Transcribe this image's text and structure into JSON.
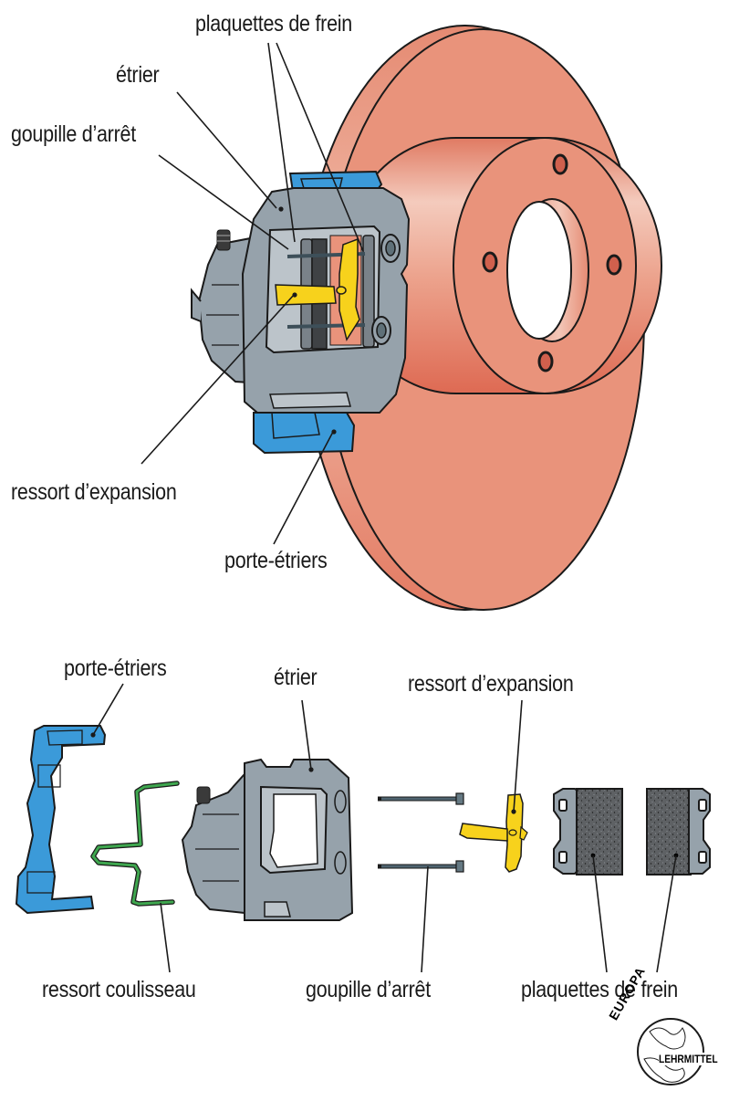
{
  "title": "Frein à disque – étrier flottant (assemblé et éclaté)",
  "colors": {
    "disc": "#e9937b",
    "disc_dark": "#df6e58",
    "disc_light": "#f3c6b6",
    "caliper": "#96a2ab",
    "caliper_light": "#bcc4ca",
    "carrier": "#3b9ad9",
    "spring_yellow": "#f7d21c",
    "spring_green": "#3fa74f",
    "pad_lining": "#5b5e61",
    "outline": "#1a1a1a"
  },
  "assembled_view": {
    "labels": {
      "brake_pads": "plaquettes de frein",
      "caliper": "étrier",
      "retaining_pin": "goupille d’arrêt",
      "expansion_spring": "ressort d’expansion",
      "caliper_carrier": "porte-étriers"
    }
  },
  "exploded_view": {
    "labels": {
      "caliper_carrier": "porte-étriers",
      "caliper": "étrier",
      "expansion_spring": "ressort d’expansion",
      "sliding_spring": "ressort coulisseau",
      "retaining_pin": "goupille d’arrêt",
      "brake_pads": "plaquettes de frein"
    }
  },
  "publisher_logo": {
    "arc_text": "EUROPA",
    "side_text": "LEHRMITTEL"
  }
}
